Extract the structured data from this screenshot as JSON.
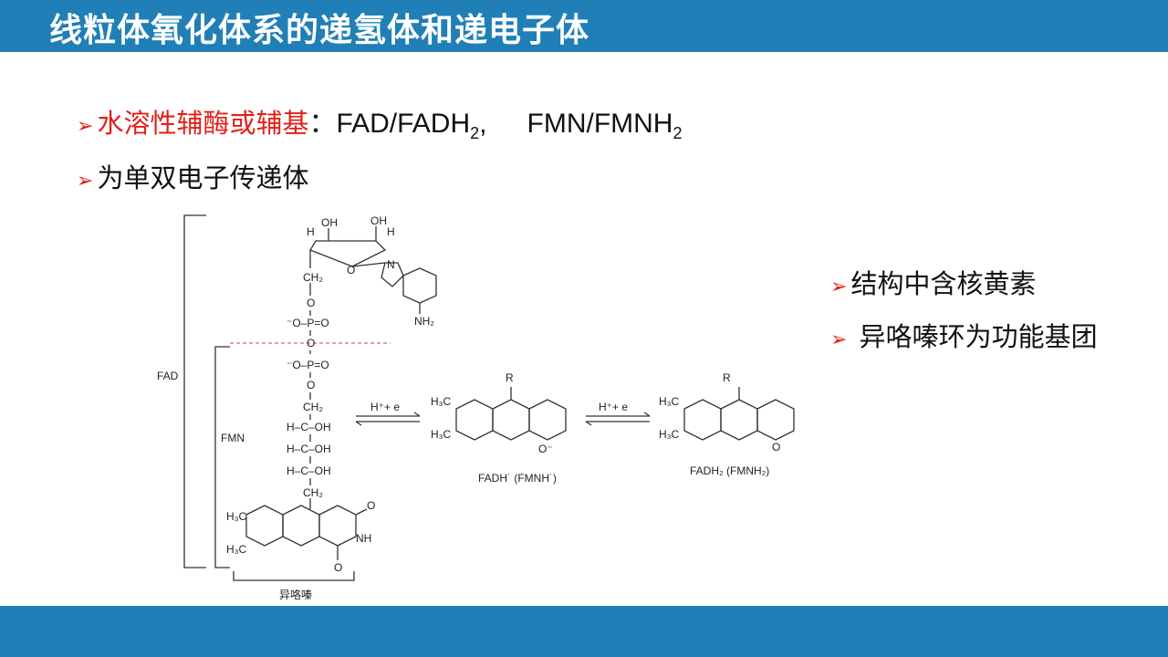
{
  "slide": {
    "title": "线粒体氧化体系的递氢体和递电子体",
    "bullets": [
      {
        "marker": "➢",
        "highlight": "水溶性辅酶或辅基",
        "rest": "：FAD/FADH",
        "sub1": "2",
        "comma": ",",
        "formula2": "FMN/FMNH",
        "sub2": "2"
      },
      {
        "marker": "➢",
        "text": "为单双电子传递体"
      }
    ],
    "right_notes": [
      {
        "marker": "➢",
        "text": "结构中含核黄素"
      },
      {
        "marker": "➢",
        "text": "异咯嗪环为功能基团"
      }
    ],
    "colors": {
      "bar": "#1f7fb6",
      "accent": "#e0201a",
      "blue_atom": "#1f5fa0"
    }
  },
  "diagram": {
    "labels": {
      "fad": "FAD",
      "fmn": "FMN",
      "isoalloxazine": "异咯嗪",
      "reaction": "H⁺+ e",
      "fadh_radical": "FADH˙ (FMNH˙)",
      "fadh2": "FADH₂ (FMNH₂)"
    },
    "atoms": {
      "oh": "OH",
      "h": "H",
      "o": "O",
      "ch2": "CH₂",
      "n": "N",
      "nh2": "NH₂",
      "phos": "⁻O–P=O",
      "choh": "H–C–OH",
      "h3c": "H₃C",
      "nh": "NH",
      "r": "R",
      "o_minus": "O⁻"
    }
  }
}
